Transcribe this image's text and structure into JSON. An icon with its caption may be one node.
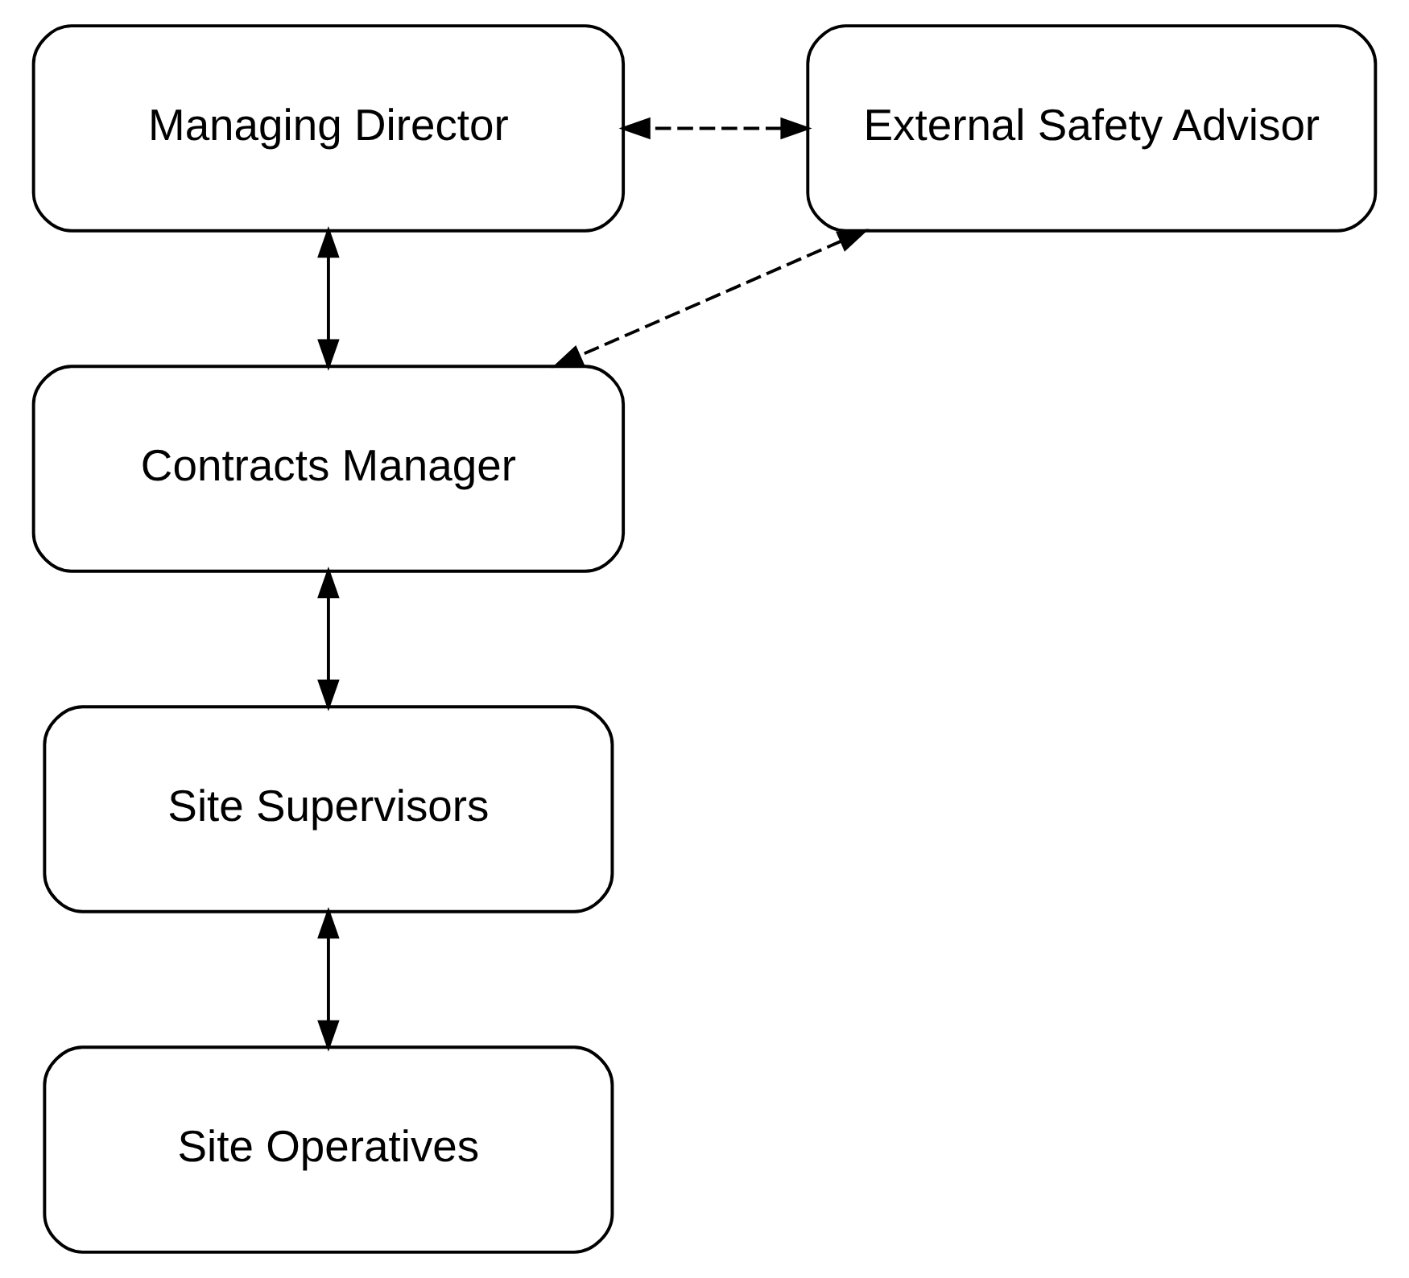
{
  "diagram": {
    "nodes": [
      {
        "text": [
          "Managing Director"
        ]
      },
      {
        "text": [
          "External Safety Advisor"
        ]
      },
      {
        "text": [
          "Contracts Manager"
        ]
      },
      {
        "text": [
          "Site Supervisors"
        ]
      },
      {
        "text": [
          "Site Operatives"
        ]
      }
    ],
    "edges": [
      {
        "from": 1,
        "to": 0,
        "arrow": "both",
        "style": "dashed"
      },
      {
        "from": 1,
        "to": 2,
        "arrow": "both",
        "style": "dashed"
      },
      {
        "from": 0,
        "to": 2,
        "arrow": "both"
      },
      {
        "from": 2,
        "to": 3,
        "arrow": "both"
      },
      {
        "from": 3,
        "to": 4,
        "arrow": "both"
      }
    ]
  }
}
